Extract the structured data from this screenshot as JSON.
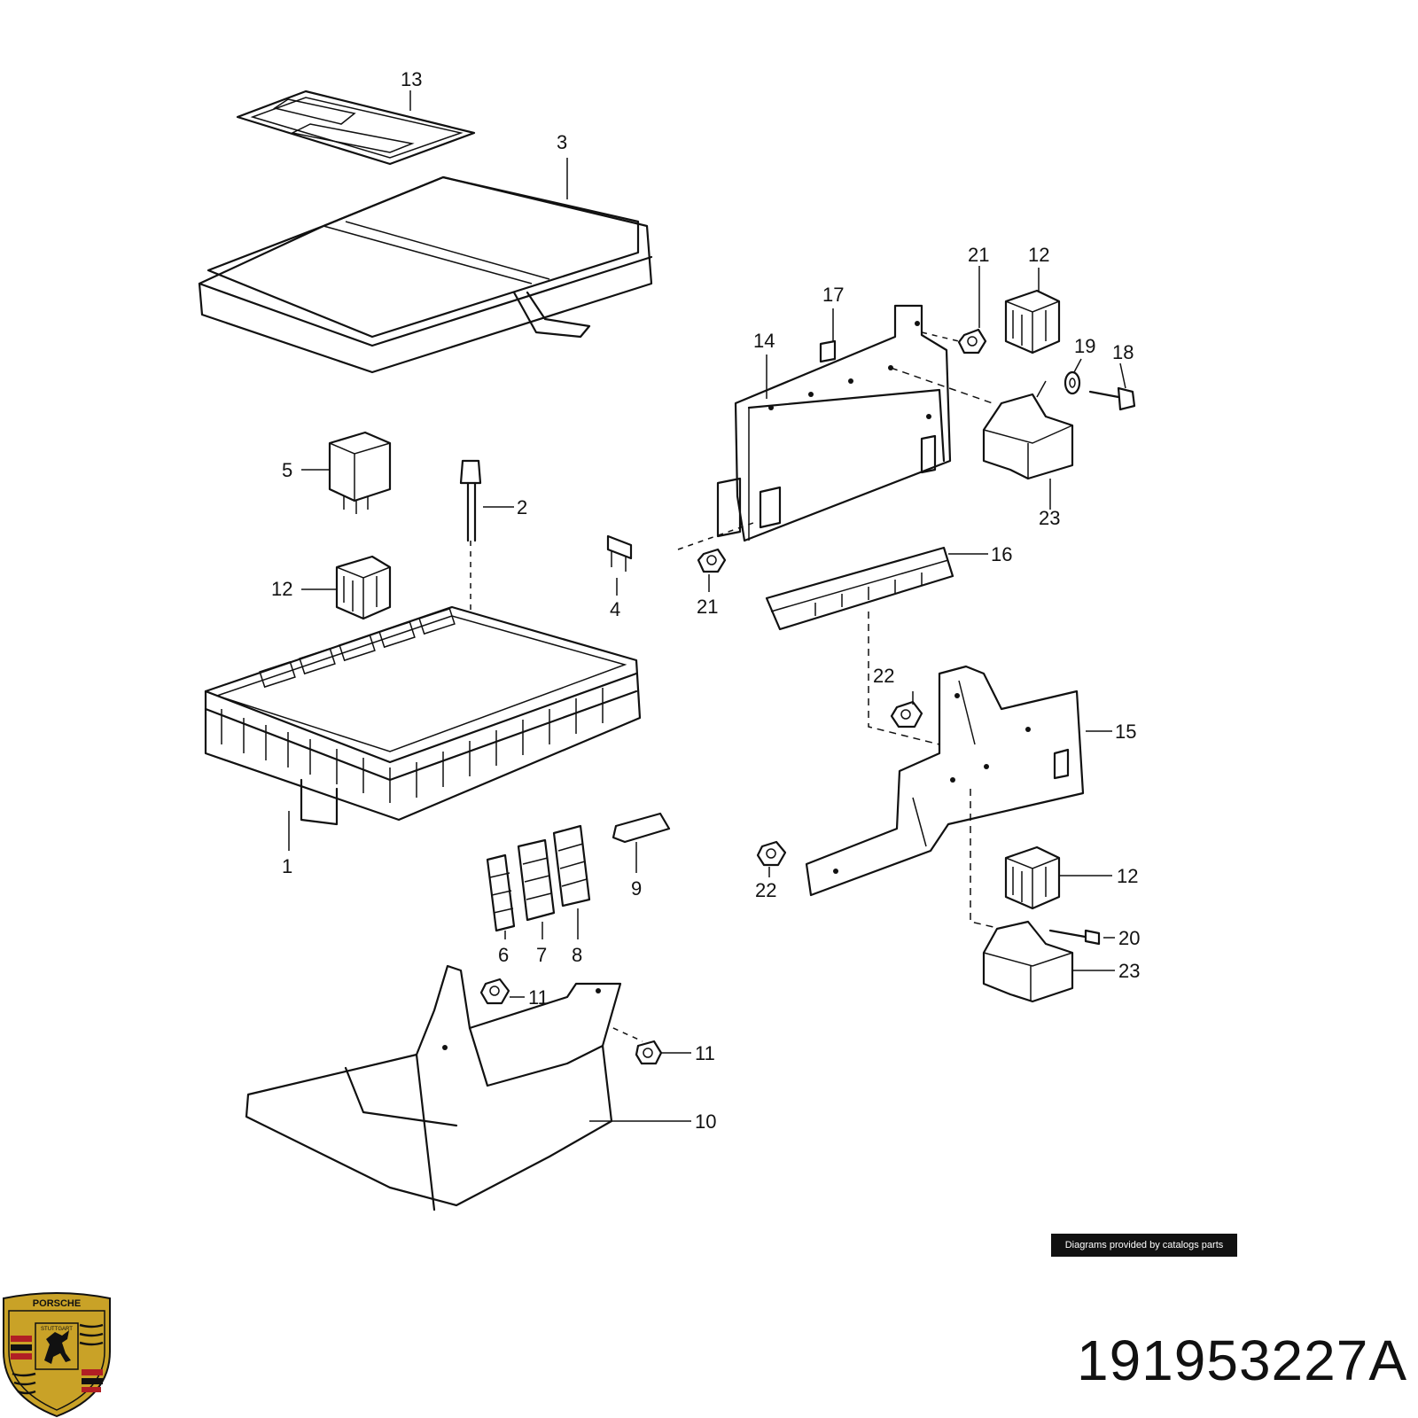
{
  "footer": {
    "credit": "Diagrams provided by catalogs parts",
    "part_number": "191953227A"
  },
  "logo": {
    "brand_text": "PORSCHE",
    "city_text": "STUTTGART",
    "colors": {
      "gold": "#c9a227",
      "red": "#b11f24",
      "black": "#111111"
    }
  },
  "callouts": [
    "13",
    "3",
    "5",
    "2",
    "12",
    "4",
    "21",
    "17",
    "14",
    "21",
    "12",
    "19",
    "18",
    "23",
    "16",
    "1",
    "22",
    "15",
    "9",
    "22",
    "12",
    "6",
    "7",
    "8",
    "20",
    "23",
    "11",
    "11",
    "10"
  ]
}
